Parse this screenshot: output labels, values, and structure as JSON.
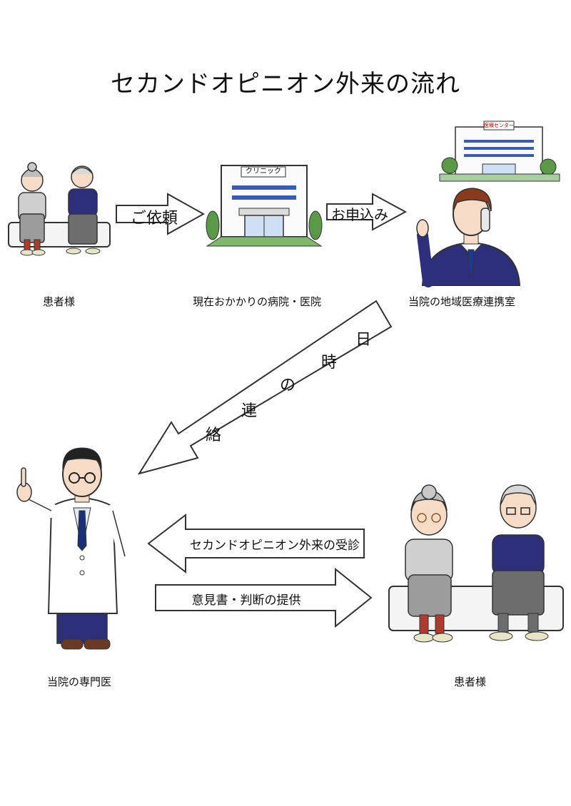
{
  "title": "セカンドオピニオン外来の流れ",
  "captions": {
    "patient_top": "患者様",
    "current_hospital": "現在おかかりの病院・医院",
    "liaison_office": "当院の地域医療連携室",
    "specialist": "当院の専門医",
    "patient_bottom": "患者様"
  },
  "arrows": {
    "request": "ご依頼",
    "apply": "お申込み",
    "contact_chars": [
      "日",
      "時",
      "の",
      "連",
      "絡"
    ],
    "consultation": "セカンドオピニオン外来の受診",
    "opinion": "意見書・判断の提供"
  },
  "signs": {
    "clinic": "クリニック",
    "medical_center": "医療センター"
  }
}
